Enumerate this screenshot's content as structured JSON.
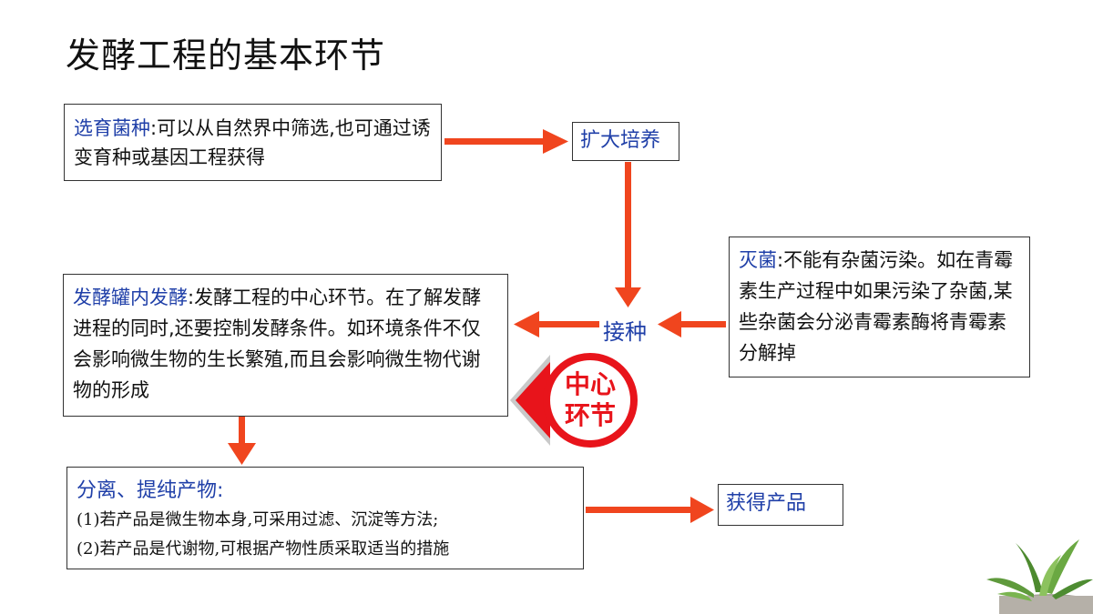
{
  "title": "发酵工程的基本环节",
  "box_select": {
    "key": "选育菌种",
    "text": ":可以从自然界中筛选,也可通过诱变育种或基因工程获得"
  },
  "box_expand": {
    "label": "扩大培养"
  },
  "box_sterilize": {
    "key": "灭菌",
    "text": ":不能有杂菌污染。如在青霉素生产过程中如果污染了杂菌,某些杂菌会分泌青霉素酶将青霉素分解掉"
  },
  "inoculation": {
    "label": "接种"
  },
  "box_ferment": {
    "key": "发酵罐内发酵",
    "text": ":发酵工程的中心环节。在了解发酵进程的同时,还要控制发酵条件。如环境条件不仅会影响微生物的生长繁殖,而且会影响微生物代谢物的形成"
  },
  "center_badge": {
    "line1": "中心",
    "line2": "环节"
  },
  "box_separate": {
    "key": "分离、提纯产物",
    "colon": ":",
    "line1": "(1)若产品是微生物本身,可采用过滤、沉淀等方法;",
    "line2": "(2)若产品是代谢物,可根据产物性质采取适当的措施"
  },
  "box_product": {
    "label": "获得产品"
  },
  "colors": {
    "arrow": "#f0451e",
    "keyword": "#1f3fa8",
    "badge": "#e8141b"
  }
}
